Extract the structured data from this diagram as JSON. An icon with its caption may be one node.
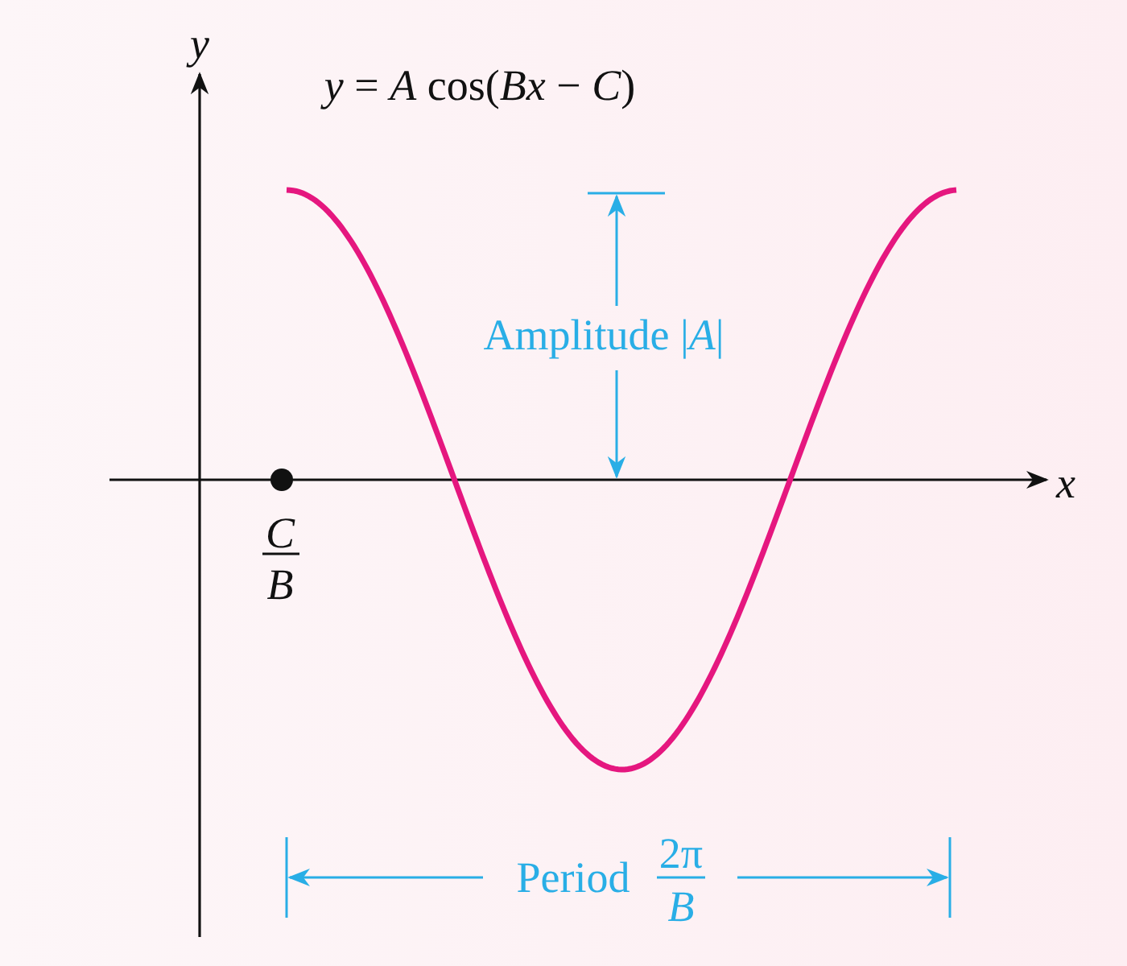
{
  "diagram": {
    "labels": [
      "y",
      "*y* = *A* cos(*Bx* − *C*)",
      "Amplitude |*A*|",
      "x",
      "C",
      "B",
      "Period",
      "2π",
      "B"
    ]
  }
}
